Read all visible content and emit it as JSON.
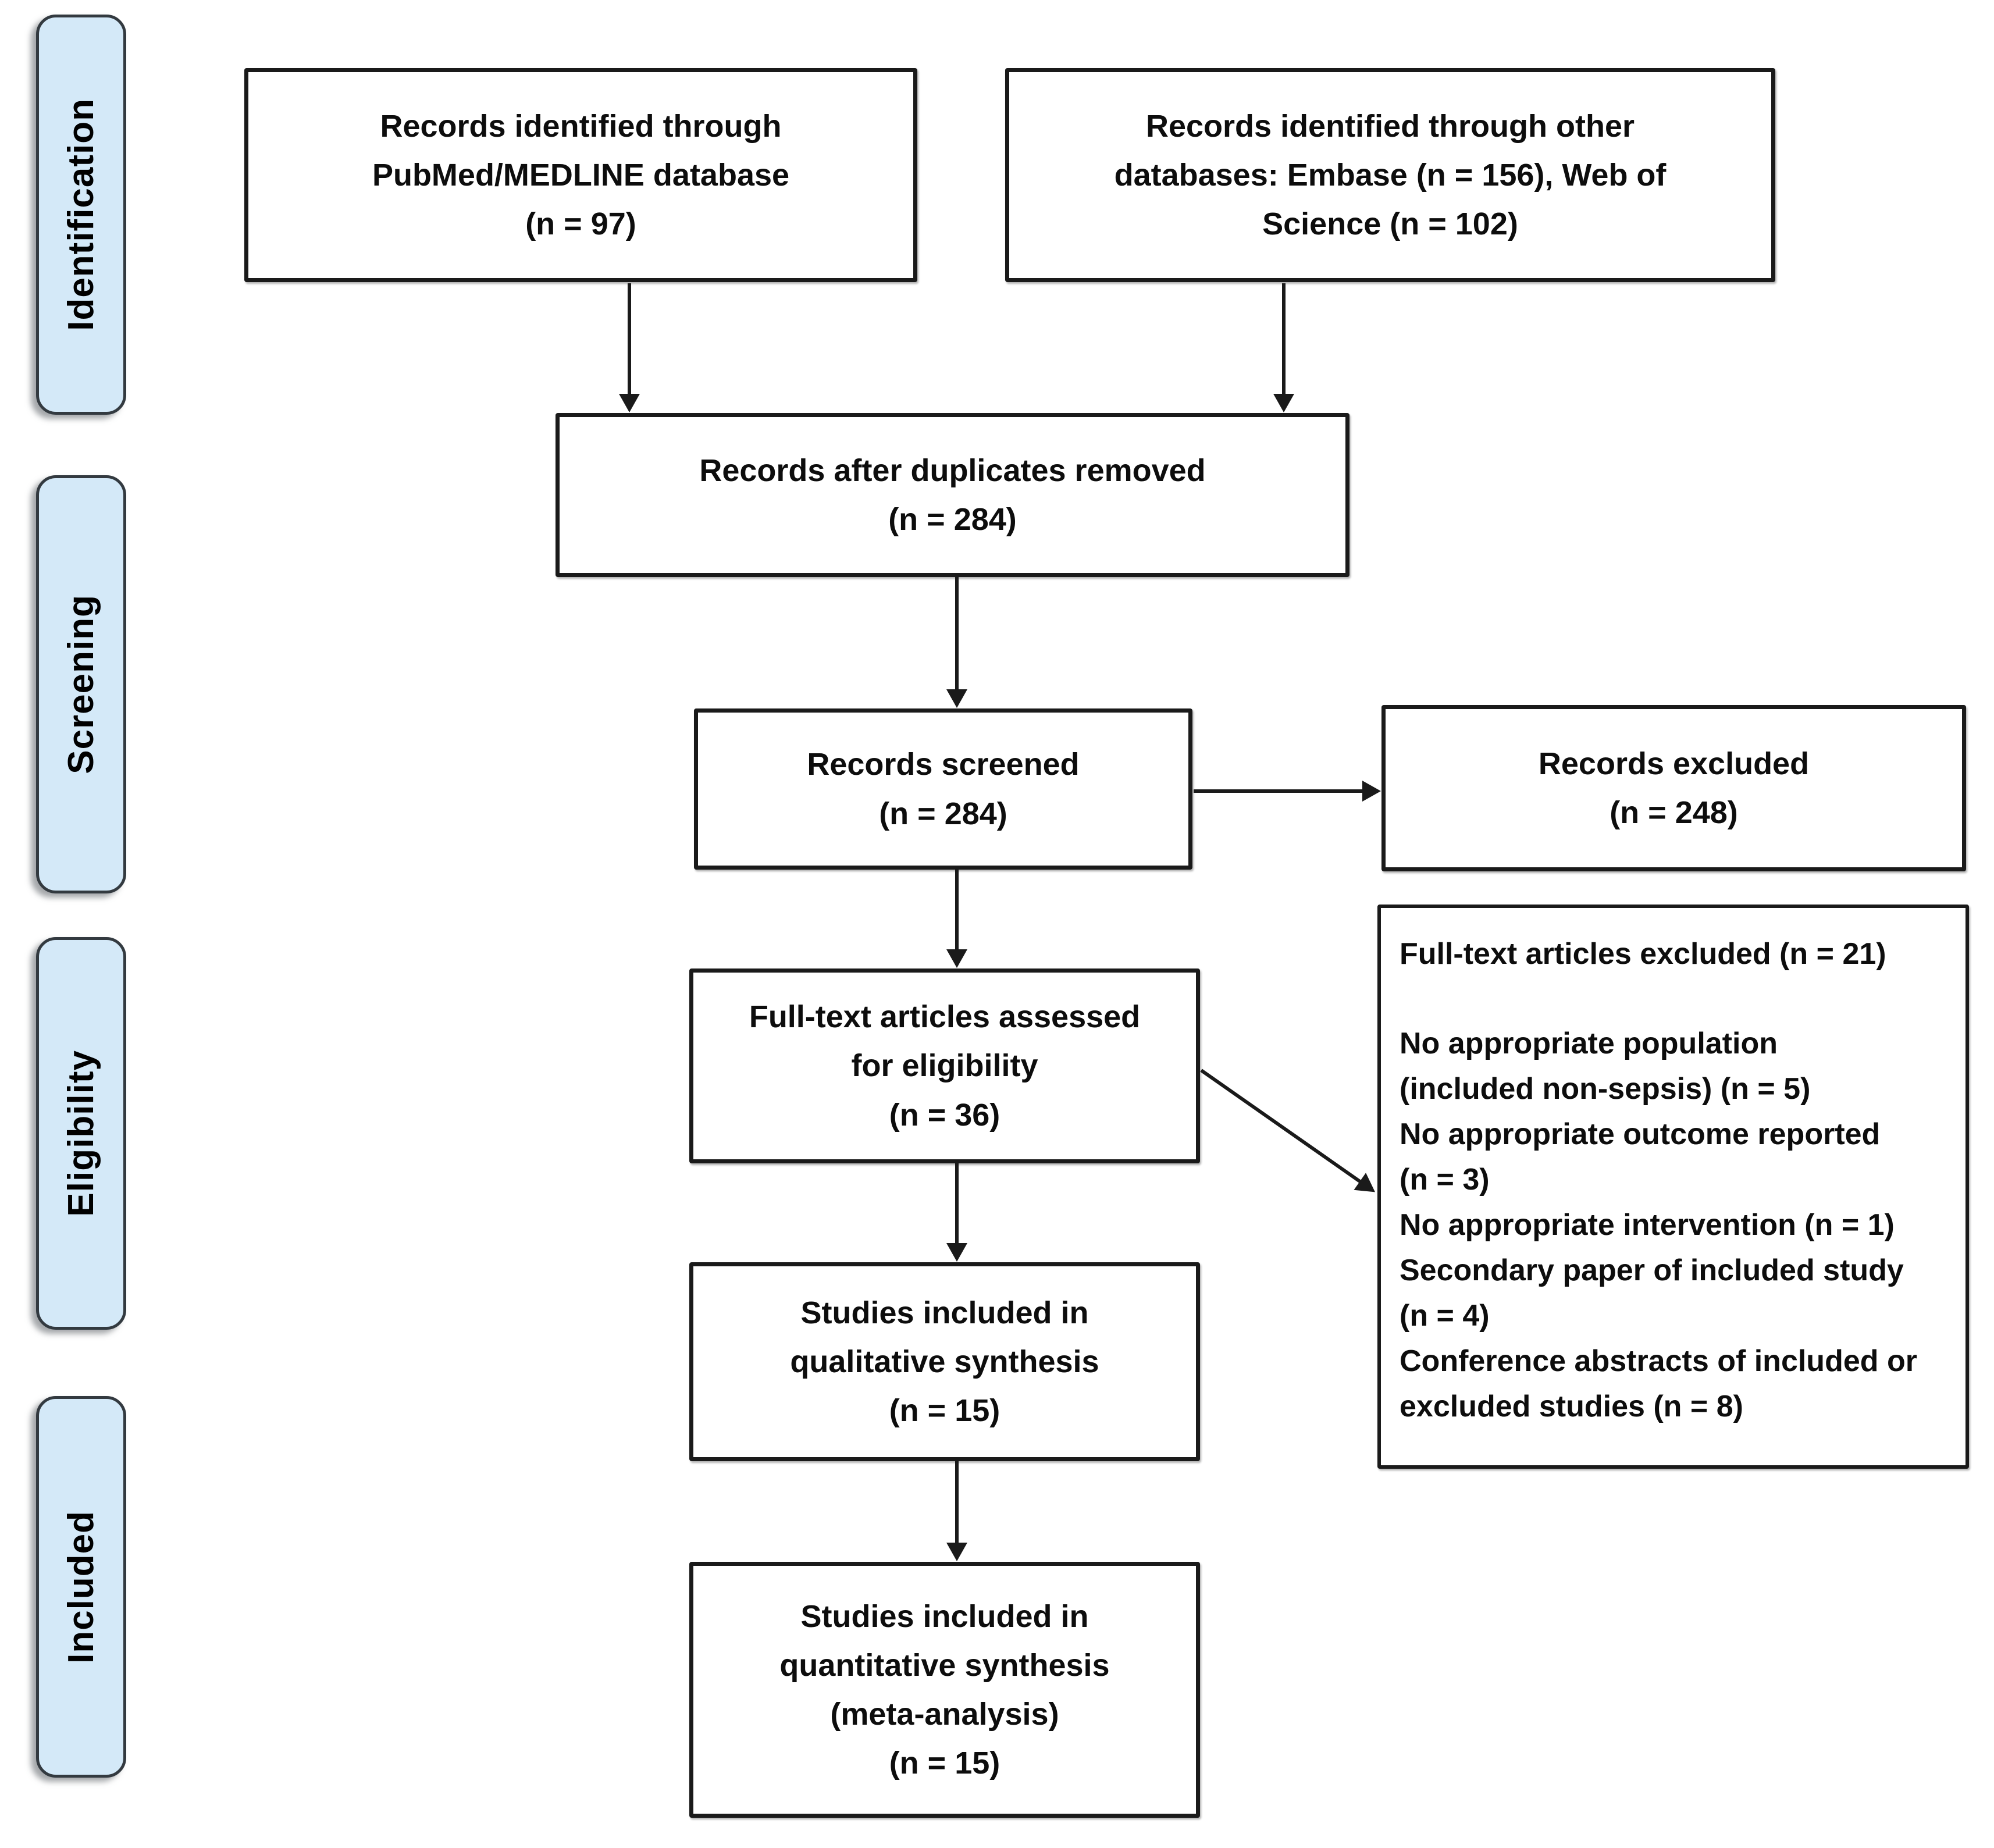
{
  "stages": [
    {
      "label": "Identification"
    },
    {
      "label": "Screening"
    },
    {
      "label": "Eligibility"
    },
    {
      "label": "Included"
    }
  ],
  "boxes": {
    "identified_pubmed": {
      "text": "Records identified through\nPubMed/MEDLINE database\n(n = 97)"
    },
    "identified_other": {
      "text": "Records identified through other\ndatabases: Embase (n = 156), Web of\nScience (n = 102)"
    },
    "after_duplicates": {
      "text": "Records after duplicates removed\n(n = 284)"
    },
    "screened": {
      "text": "Records screened\n(n = 284)"
    },
    "records_excluded": {
      "text": "Records excluded\n(n = 248)"
    },
    "fulltext_assessed": {
      "text": "Full-text articles assessed\nfor eligibility\n(n = 36)"
    },
    "fulltext_excluded": {
      "title": "Full-text articles excluded (n = 21)",
      "reasons": [
        "No appropriate population\n(included non-sepsis) (n = 5)",
        "No appropriate outcome reported\n(n = 3)",
        "No appropriate intervention (n = 1)",
        "Secondary paper of included study\n(n = 4)",
        "Conference abstracts of included or\nexcluded studies (n = 8)"
      ]
    },
    "qualitative_synthesis": {
      "text": "Studies included in\nqualitative synthesis\n(n = 15)"
    },
    "quantitative_synthesis": {
      "text": "Studies included in\nquantitative synthesis\n(meta-analysis)\n(n = 15)"
    }
  },
  "colors": {
    "stage_fill": "#d4e9f8",
    "stage_border": "#333a40",
    "box_border": "#1a1a1a",
    "arrow": "#1a1a1a",
    "background": "#ffffff"
  }
}
